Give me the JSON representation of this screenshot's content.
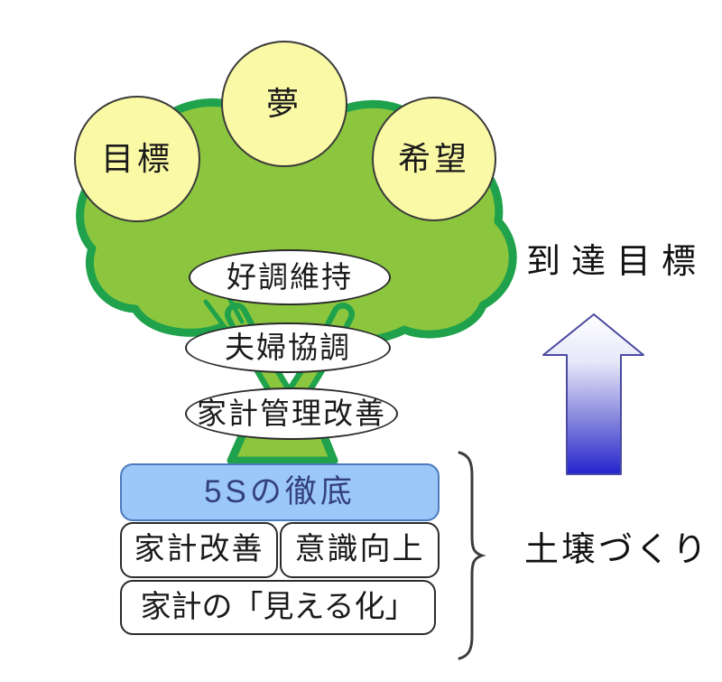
{
  "diagram": {
    "title_hint": "household-finance growth tree",
    "background": "#ffffff",
    "tree": {
      "crown_fill": "#8cc63f",
      "crown_stroke": "#1fa24b",
      "fruit_fill": "#faf9a5",
      "fruit_stroke": "#3a3a3a",
      "fruits": [
        {
          "label": "目標"
        },
        {
          "label": "夢"
        },
        {
          "label": "希望"
        }
      ],
      "trunk_nodes": [
        {
          "label": "好調維持"
        },
        {
          "label": "夫婦協調"
        },
        {
          "label": "家計管理改善"
        }
      ]
    },
    "foundation": {
      "primary": {
        "label": "5Sの徹底",
        "fill": "#9bc8f8",
        "stroke": "#4a7bbe",
        "text_color": "#33407f"
      },
      "secondary": [
        {
          "label": "家計改善"
        },
        {
          "label": "意識向上"
        }
      ],
      "tertiary": {
        "label": "家計の「見える化」"
      }
    },
    "annotations": {
      "goal_label": "到達目標",
      "soil_label": "土壌づくり"
    },
    "arrow": {
      "direction": "up",
      "gradient_top": "#ffffff",
      "gradient_bottom": "#2323cd",
      "stroke": "#4a4aa0"
    },
    "brace_color": "#3c3c3c"
  }
}
